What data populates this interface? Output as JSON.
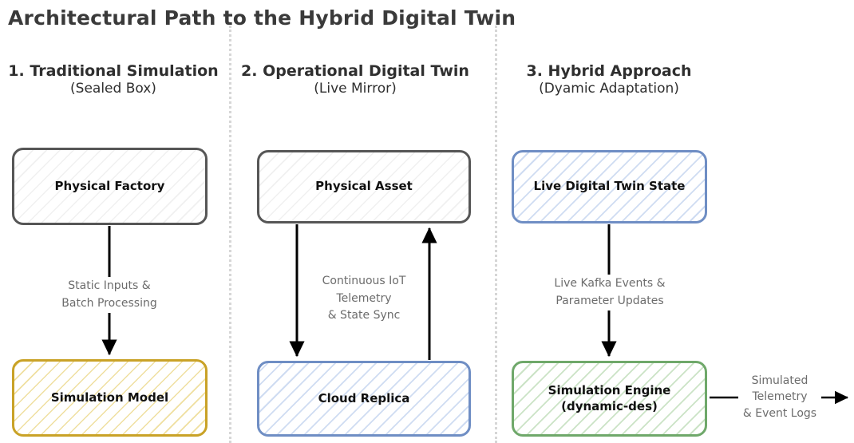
{
  "title": "Architectural Path to the Hybrid Digital Twin",
  "colors": {
    "title": "#3a3a3a",
    "separator": "#d6d6d6",
    "gray_border": "#565656",
    "gold_border": "#c9a227",
    "blue_border": "#6f8ec4",
    "green_border": "#6fa86a",
    "edge_label": "#6c6c6c",
    "arrow": "#000000",
    "node_text": "#111111"
  },
  "columns": [
    {
      "id": "traditional-simulation",
      "heading": "1. Traditional Simulation",
      "subheading": "(Sealed Box)",
      "top_node": "Physical Factory",
      "bottom_node": "Simulation Model",
      "edge_label": "Static Inputs &\nBatch Processing",
      "edge_label_lines": [
        "Static Inputs &",
        "Batch Processing"
      ],
      "top_node_style": "gray",
      "bottom_node_style": "gold",
      "arrows": [
        {
          "name": "physical-factory-to-simulation-model",
          "direction": "down"
        }
      ]
    },
    {
      "id": "operational-digital-twin",
      "heading": "2. Operational Digital Twin",
      "subheading": "(Live Mirror)",
      "top_node": "Physical Asset",
      "bottom_node": "Cloud Replica",
      "edge_label": "Continuous IoT\nTelemetry\n& State Sync",
      "edge_label_lines": [
        "Continuous IoT",
        "Telemetry",
        "& State Sync"
      ],
      "top_node_style": "gray",
      "bottom_node_style": "blue",
      "arrows": [
        {
          "name": "physical-asset-to-cloud-replica",
          "direction": "down"
        },
        {
          "name": "cloud-replica-to-physical-asset",
          "direction": "up"
        }
      ]
    },
    {
      "id": "hybrid-approach",
      "heading": "3. Hybrid Approach",
      "subheading": "(Dyamic Adaptation)",
      "top_node": "Live Digital Twin State",
      "bottom_node": "Simulation Engine\n(dynamic-des)",
      "bottom_node_lines": [
        "Simulation Engine",
        "(dynamic-des)"
      ],
      "edge_label": "Live Kafka Events &\nParameter Updates",
      "edge_label_lines": [
        "Live Kafka Events &",
        "Parameter Updates"
      ],
      "top_node_style": "blue",
      "bottom_node_style": "green",
      "arrows": [
        {
          "name": "live-digital-twin-state-to-simulation-engine",
          "direction": "down"
        }
      ]
    }
  ],
  "output": {
    "label": "Simulated\nTelemetry\n& Event Logs",
    "label_lines": [
      "Simulated",
      "Telemetry",
      "& Event Logs"
    ],
    "arrow_name": "simulation-engine-output-arrow",
    "direction": "right"
  }
}
